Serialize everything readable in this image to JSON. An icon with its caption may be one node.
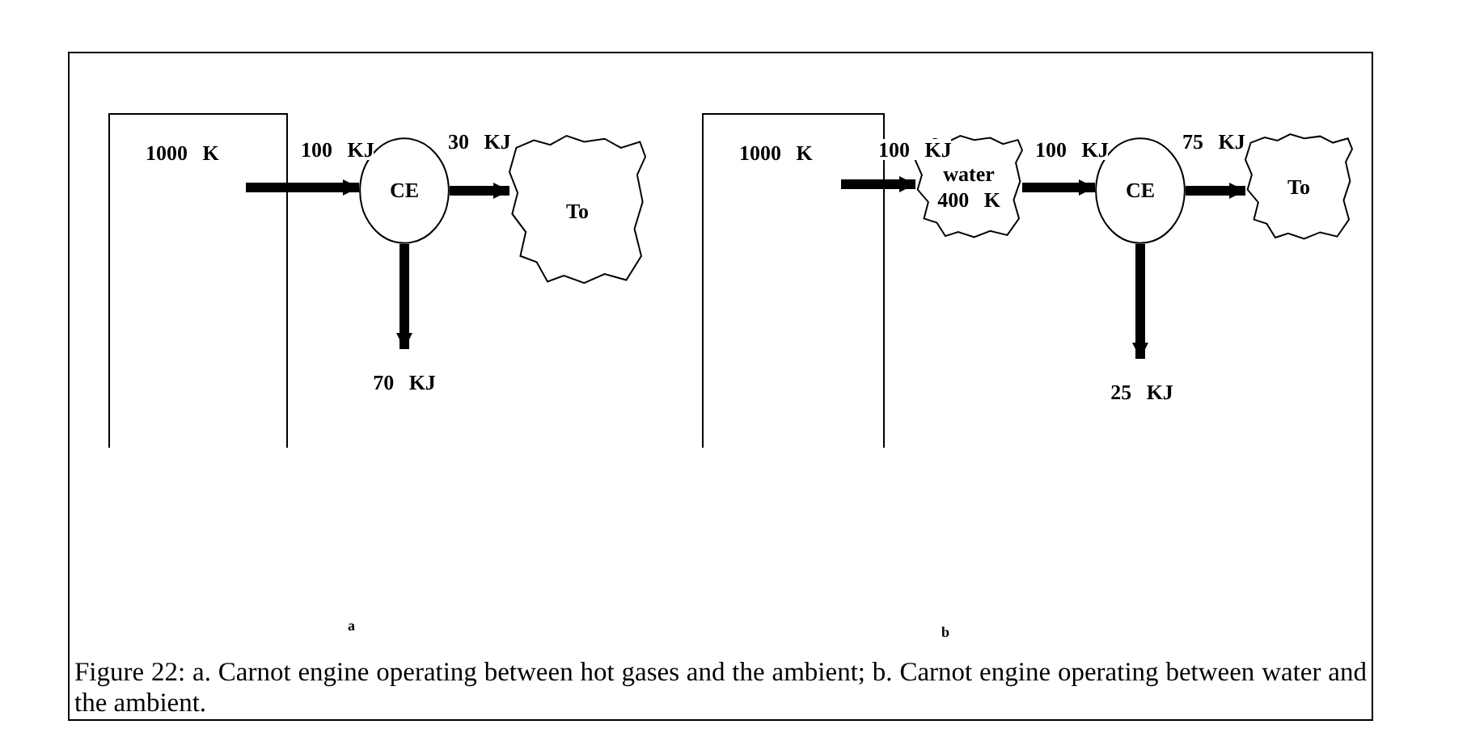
{
  "diagram": {
    "caption": "Figure 22: a. Carnot engine operating between hot gases and the ambient; b. Carnot engine operating between water and the ambient.",
    "nodes": [
      {
        "text": [
          "1000 K"
        ]
      },
      {
        "text": [
          "CE"
        ]
      },
      {
        "text": [
          "To"
        ]
      },
      {
        "text": [
          "70 KJ"
        ]
      },
      {
        "text": [
          "1000 K"
        ]
      },
      {
        "text": [
          "water 400 K"
        ]
      },
      {
        "text": [
          "CE"
        ]
      },
      {
        "text": [
          "To"
        ]
      },
      {
        "text": [
          "25 KJ"
        ]
      }
    ],
    "edges": [
      {
        "from": 0,
        "to": 1,
        "arrow": "to",
        "label": "100 KJ"
      },
      {
        "from": 1,
        "to": 2,
        "arrow": "to",
        "label": "30 KJ"
      },
      {
        "from": 1,
        "to": 3,
        "arrow": "to"
      },
      {
        "from": 4,
        "to": 5,
        "arrow": "to",
        "label": "100 KJ"
      },
      {
        "from": 5,
        "to": 6,
        "arrow": "to",
        "label": "100 KJ"
      },
      {
        "from": 6,
        "to": 7,
        "arrow": "to",
        "label": "75 KJ"
      },
      {
        "from": 6,
        "to": 8,
        "arrow": "to"
      }
    ],
    "labels": [
      "a",
      "b"
    ]
  }
}
